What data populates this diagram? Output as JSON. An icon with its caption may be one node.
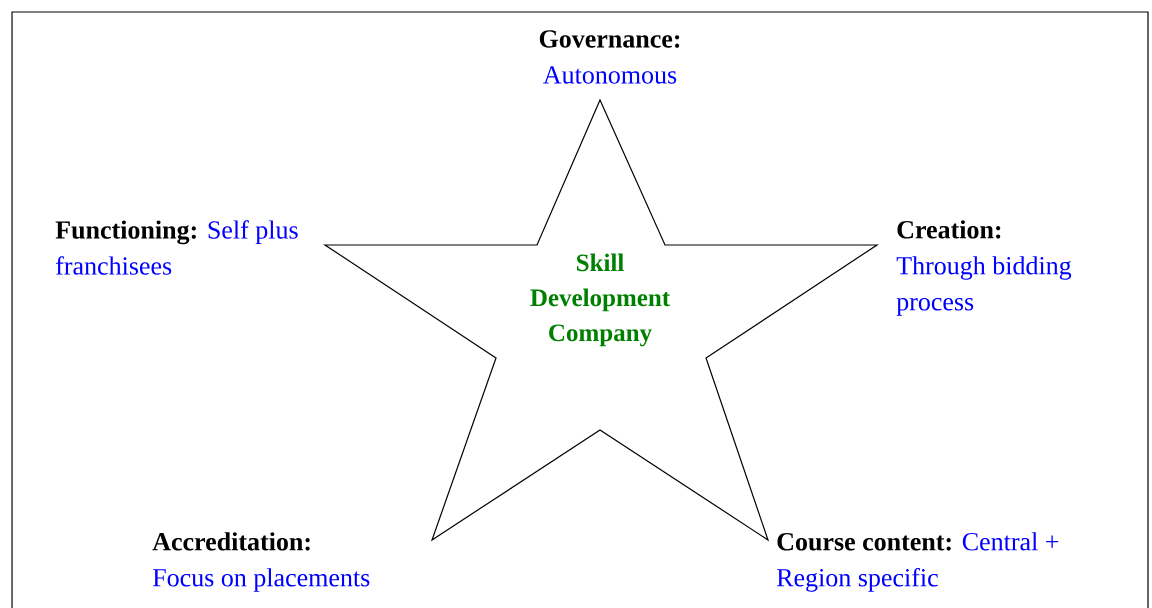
{
  "diagram": {
    "nodes": [
      {
        "text": [
          "Skill Development Company"
        ]
      }
    ],
    "labels": [
      "Governance:",
      "Autonomous",
      "Functioning:",
      "Self plus franchisees",
      "Creation:",
      "Through bidding process",
      "Accreditation:",
      "Focus on placements",
      "Course content:",
      "Central + Region specific"
    ]
  }
}
